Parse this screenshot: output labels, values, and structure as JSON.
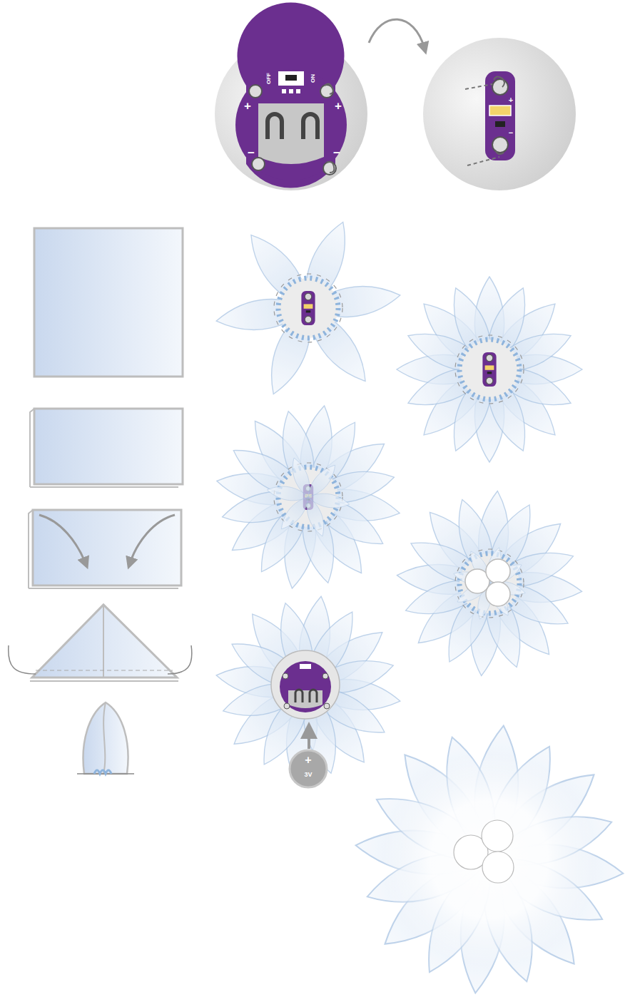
{
  "diagram": {
    "labels": [
      "OFF",
      "ON",
      "+",
      "+",
      "−",
      "−",
      "+",
      "−",
      "+",
      "3V"
    ]
  }
}
